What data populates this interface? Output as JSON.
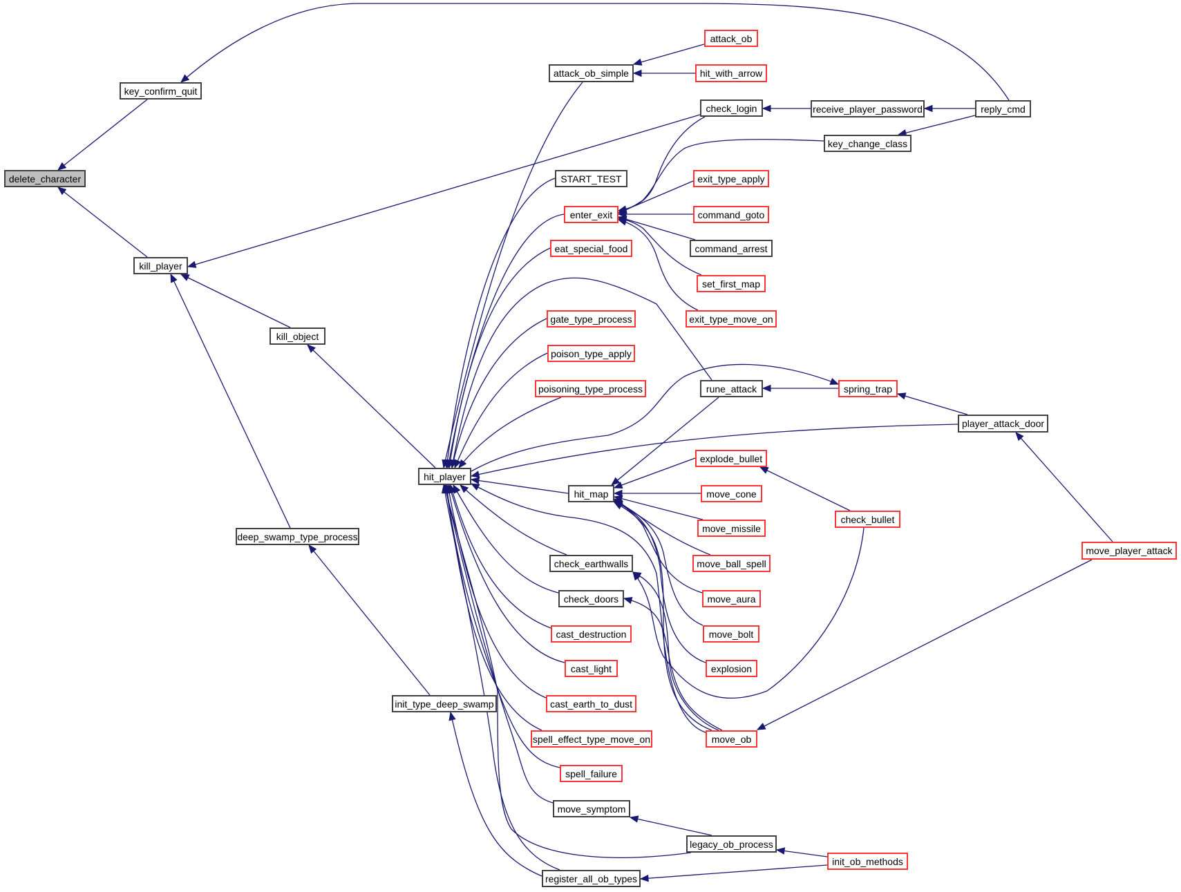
{
  "diagram": {
    "type": "doxygen-caller-graph",
    "root": "delete_character",
    "colors": {
      "edge": "#191970",
      "node_border_default": "#404040",
      "node_border_truncated": "#ff3333",
      "root_fill": "#bfbfbf"
    },
    "nodes": [
      {
        "id": "delete_character",
        "label": "delete_character",
        "style": "current"
      },
      {
        "id": "key_confirm_quit",
        "label": "key_confirm_quit",
        "style": "normal"
      },
      {
        "id": "kill_player",
        "label": "kill_player",
        "style": "normal"
      },
      {
        "id": "kill_object",
        "label": "kill_object",
        "style": "normal"
      },
      {
        "id": "deep_swamp_type_process",
        "label": "deep_swamp_type_process",
        "style": "normal"
      },
      {
        "id": "init_type_deep_swamp",
        "label": "init_type_deep_swamp",
        "style": "normal"
      },
      {
        "id": "hit_player",
        "label": "hit_player",
        "style": "normal"
      },
      {
        "id": "attack_ob_simple",
        "label": "attack_ob_simple",
        "style": "normal"
      },
      {
        "id": "START_TEST",
        "label": "START_TEST",
        "style": "normal"
      },
      {
        "id": "enter_exit",
        "label": "enter_exit",
        "style": "red"
      },
      {
        "id": "eat_special_food",
        "label": "eat_special_food",
        "style": "red"
      },
      {
        "id": "gate_type_process",
        "label": "gate_type_process",
        "style": "red"
      },
      {
        "id": "poison_type_apply",
        "label": "poison_type_apply",
        "style": "red"
      },
      {
        "id": "poisoning_type_process",
        "label": "poisoning_type_process",
        "style": "red"
      },
      {
        "id": "hit_map",
        "label": "hit_map",
        "style": "normal"
      },
      {
        "id": "check_earthwalls",
        "label": "check_earthwalls",
        "style": "normal"
      },
      {
        "id": "check_doors",
        "label": "check_doors",
        "style": "normal"
      },
      {
        "id": "cast_destruction",
        "label": "cast_destruction",
        "style": "red"
      },
      {
        "id": "cast_light",
        "label": "cast_light",
        "style": "red"
      },
      {
        "id": "cast_earth_to_dust",
        "label": "cast_earth_to_dust",
        "style": "red"
      },
      {
        "id": "spell_effect_type_move_on",
        "label": "spell_effect_type_move_on",
        "style": "red"
      },
      {
        "id": "spell_failure",
        "label": "spell_failure",
        "style": "red"
      },
      {
        "id": "move_symptom",
        "label": "move_symptom",
        "style": "normal"
      },
      {
        "id": "register_all_ob_types",
        "label": "register_all_ob_types",
        "style": "normal"
      },
      {
        "id": "attack_ob",
        "label": "attack_ob",
        "style": "red"
      },
      {
        "id": "hit_with_arrow",
        "label": "hit_with_arrow",
        "style": "red"
      },
      {
        "id": "check_login",
        "label": "check_login",
        "style": "normal"
      },
      {
        "id": "exit_type_apply",
        "label": "exit_type_apply",
        "style": "red"
      },
      {
        "id": "command_goto",
        "label": "command_goto",
        "style": "red"
      },
      {
        "id": "command_arrest",
        "label": "command_arrest",
        "style": "normal"
      },
      {
        "id": "set_first_map",
        "label": "set_first_map",
        "style": "red"
      },
      {
        "id": "exit_type_move_on",
        "label": "exit_type_move_on",
        "style": "red"
      },
      {
        "id": "rune_attack",
        "label": "rune_attack",
        "style": "normal"
      },
      {
        "id": "explode_bullet",
        "label": "explode_bullet",
        "style": "red"
      },
      {
        "id": "move_cone",
        "label": "move_cone",
        "style": "red"
      },
      {
        "id": "move_missile",
        "label": "move_missile",
        "style": "red"
      },
      {
        "id": "move_ball_spell",
        "label": "move_ball_spell",
        "style": "red"
      },
      {
        "id": "move_aura",
        "label": "move_aura",
        "style": "red"
      },
      {
        "id": "move_bolt",
        "label": "move_bolt",
        "style": "red"
      },
      {
        "id": "explosion",
        "label": "explosion",
        "style": "red"
      },
      {
        "id": "move_ob",
        "label": "move_ob",
        "style": "red"
      },
      {
        "id": "legacy_ob_process",
        "label": "legacy_ob_process",
        "style": "normal"
      },
      {
        "id": "receive_player_password",
        "label": "receive_player_password",
        "style": "normal"
      },
      {
        "id": "key_change_class",
        "label": "key_change_class",
        "style": "normal"
      },
      {
        "id": "spring_trap",
        "label": "spring_trap",
        "style": "red"
      },
      {
        "id": "check_bullet",
        "label": "check_bullet",
        "style": "red"
      },
      {
        "id": "init_ob_methods",
        "label": "init_ob_methods",
        "style": "red"
      },
      {
        "id": "reply_cmd",
        "label": "reply_cmd",
        "style": "normal"
      },
      {
        "id": "player_attack_door",
        "label": "player_attack_door",
        "style": "normal"
      },
      {
        "id": "move_player_attack",
        "label": "move_player_attack",
        "style": "red"
      }
    ],
    "edges": [
      {
        "from": "key_confirm_quit",
        "to": "delete_character"
      },
      {
        "from": "kill_player",
        "to": "delete_character"
      },
      {
        "from": "reply_cmd",
        "to": "key_confirm_quit"
      },
      {
        "from": "check_login",
        "to": "kill_player"
      },
      {
        "from": "kill_object",
        "to": "kill_player"
      },
      {
        "from": "deep_swamp_type_process",
        "to": "kill_player"
      },
      {
        "from": "hit_player",
        "to": "kill_object"
      },
      {
        "from": "init_type_deep_swamp",
        "to": "deep_swamp_type_process"
      },
      {
        "from": "register_all_ob_types",
        "to": "init_type_deep_swamp"
      },
      {
        "from": "attack_ob_simple",
        "to": "hit_player"
      },
      {
        "from": "START_TEST",
        "to": "hit_player"
      },
      {
        "from": "enter_exit",
        "to": "hit_player"
      },
      {
        "from": "eat_special_food",
        "to": "hit_player"
      },
      {
        "from": "rune_attack",
        "to": "hit_player"
      },
      {
        "from": "gate_type_process",
        "to": "hit_player"
      },
      {
        "from": "poison_type_apply",
        "to": "hit_player"
      },
      {
        "from": "poisoning_type_process",
        "to": "hit_player"
      },
      {
        "from": "spring_trap",
        "to": "hit_player",
        "arrow_at": "spring_trap"
      },
      {
        "from": "player_attack_door",
        "to": "hit_player"
      },
      {
        "from": "hit_map",
        "to": "hit_player"
      },
      {
        "from": "move_ob",
        "to": "hit_player"
      },
      {
        "from": "check_earthwalls",
        "to": "hit_player"
      },
      {
        "from": "check_doors",
        "to": "hit_player"
      },
      {
        "from": "cast_destruction",
        "to": "hit_player"
      },
      {
        "from": "cast_light",
        "to": "hit_player"
      },
      {
        "from": "cast_earth_to_dust",
        "to": "hit_player"
      },
      {
        "from": "spell_effect_type_move_on",
        "to": "hit_player"
      },
      {
        "from": "spell_failure",
        "to": "hit_player"
      },
      {
        "from": "move_symptom",
        "to": "hit_player"
      },
      {
        "from": "legacy_ob_process",
        "to": "hit_player"
      },
      {
        "from": "register_all_ob_types",
        "to": "hit_player"
      },
      {
        "from": "attack_ob",
        "to": "attack_ob_simple"
      },
      {
        "from": "hit_with_arrow",
        "to": "attack_ob_simple"
      },
      {
        "from": "check_login",
        "to": "enter_exit"
      },
      {
        "from": "key_change_class",
        "to": "enter_exit"
      },
      {
        "from": "exit_type_apply",
        "to": "enter_exit"
      },
      {
        "from": "command_goto",
        "to": "enter_exit"
      },
      {
        "from": "command_arrest",
        "to": "enter_exit"
      },
      {
        "from": "set_first_map",
        "to": "enter_exit"
      },
      {
        "from": "exit_type_move_on",
        "to": "enter_exit"
      },
      {
        "from": "receive_player_password",
        "to": "check_login"
      },
      {
        "from": "reply_cmd",
        "to": "receive_player_password"
      },
      {
        "from": "reply_cmd",
        "to": "key_change_class"
      },
      {
        "from": "spring_trap",
        "to": "rune_attack"
      },
      {
        "from": "hit_map",
        "to": "rune_attack",
        "arrow_at": "hit_map"
      },
      {
        "from": "player_attack_door",
        "to": "spring_trap"
      },
      {
        "from": "move_player_attack",
        "to": "player_attack_door"
      },
      {
        "from": "move_ob",
        "to": "move_player_attack",
        "arrow_at": "move_ob"
      },
      {
        "from": "explode_bullet",
        "to": "hit_map"
      },
      {
        "from": "move_cone",
        "to": "hit_map"
      },
      {
        "from": "move_missile",
        "to": "hit_map"
      },
      {
        "from": "move_ball_spell",
        "to": "hit_map"
      },
      {
        "from": "move_aura",
        "to": "hit_map"
      },
      {
        "from": "move_bolt",
        "to": "hit_map"
      },
      {
        "from": "explosion",
        "to": "hit_map"
      },
      {
        "from": "move_ob",
        "to": "hit_map"
      },
      {
        "from": "check_bullet",
        "to": "explode_bullet"
      },
      {
        "from": "check_bullet",
        "to": "check_earthwalls"
      },
      {
        "from": "move_ob",
        "to": "check_earthwalls"
      },
      {
        "from": "move_ob",
        "to": "check_doors"
      },
      {
        "from": "legacy_ob_process",
        "to": "move_symptom"
      },
      {
        "from": "init_ob_methods",
        "to": "legacy_ob_process"
      },
      {
        "from": "init_ob_methods",
        "to": "register_all_ob_types"
      }
    ]
  }
}
